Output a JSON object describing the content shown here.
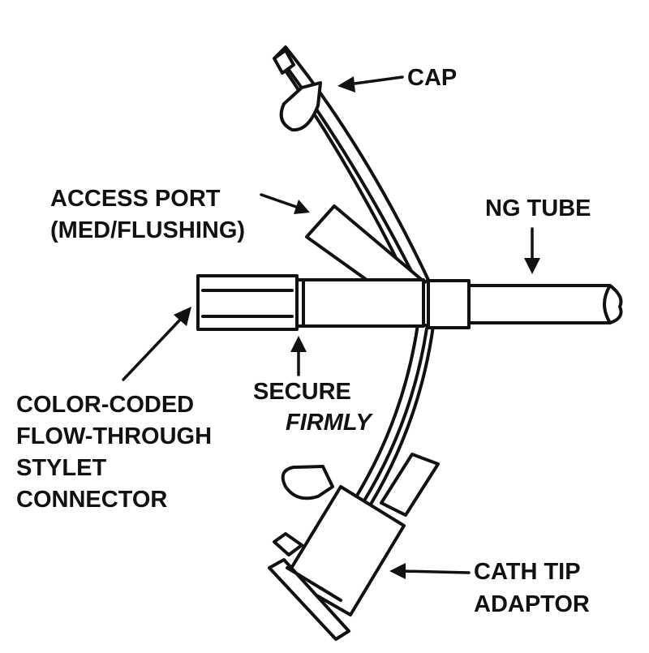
{
  "labels": {
    "cap": "CAP",
    "access_port_line1": "ACCESS PORT",
    "access_port_line2": "(MED/FLUSHING)",
    "ng_tube": "NG TUBE",
    "secure_line1": "SECURE",
    "secure_line2": "FIRMLY",
    "stylet_line1": "COLOR-CODED",
    "stylet_line2": "FLOW-THROUGH",
    "stylet_line3": "STYLET",
    "stylet_line4": "CONNECTOR",
    "cath_tip_line1": "CATH TIP",
    "cath_tip_line2": "ADAPTOR"
  },
  "colors": {
    "ink": "#111111",
    "background": "#ffffff"
  }
}
